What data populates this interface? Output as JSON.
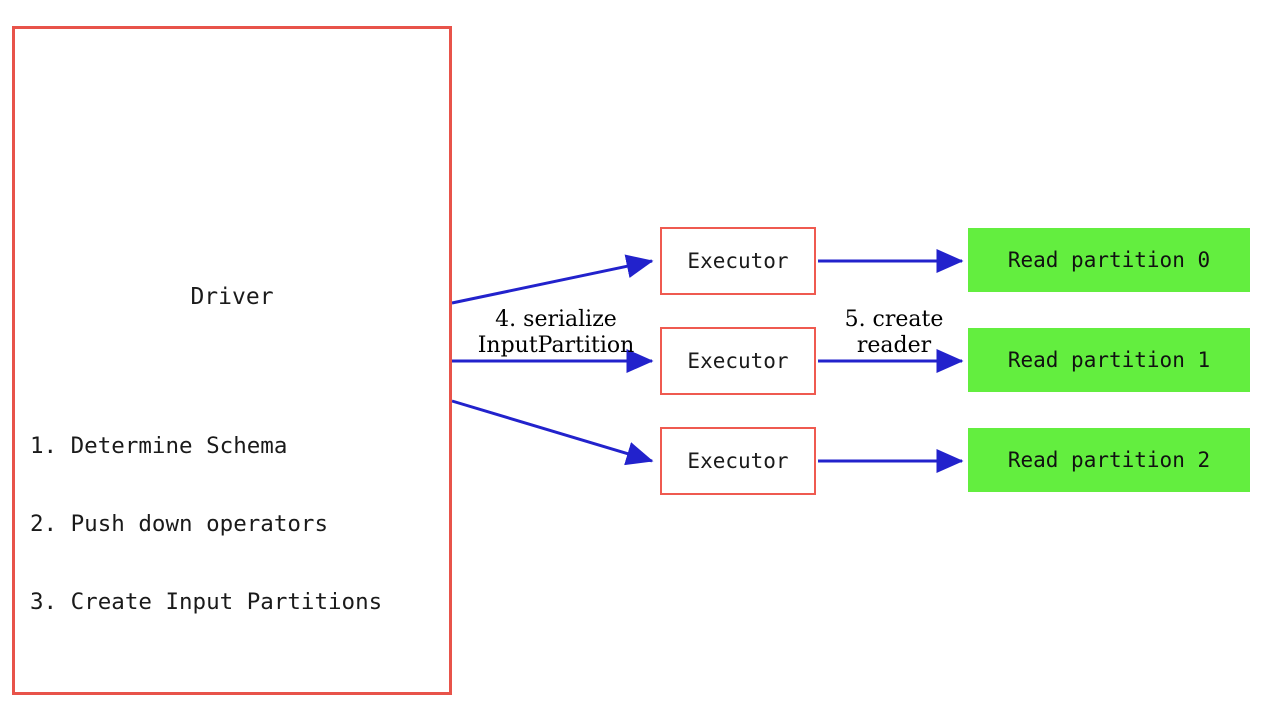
{
  "diagram": {
    "title_hidden": "",
    "colors": {
      "box_border_red": "#ef5a50",
      "arrow_blue": "#2222cc",
      "partition_green": "#63ee3f",
      "background": "#ffffff",
      "text": "#1a1a1a"
    },
    "driver": {
      "title": "Driver",
      "steps": [
        "1. Determine Schema",
        "2. Push down operators",
        "3. Create Input Partitions"
      ]
    },
    "executors": [
      {
        "label": "Executor"
      },
      {
        "label": "Executor"
      },
      {
        "label": "Executor"
      }
    ],
    "partitions": [
      {
        "label": "Read partition 0"
      },
      {
        "label": "Read partition 1"
      },
      {
        "label": "Read partition 2"
      }
    ],
    "edge_labels": {
      "serialize": {
        "line1": "4. serialize",
        "line2": "InputPartition"
      },
      "create_reader": {
        "line1": "5. create",
        "line2": "reader"
      }
    }
  }
}
